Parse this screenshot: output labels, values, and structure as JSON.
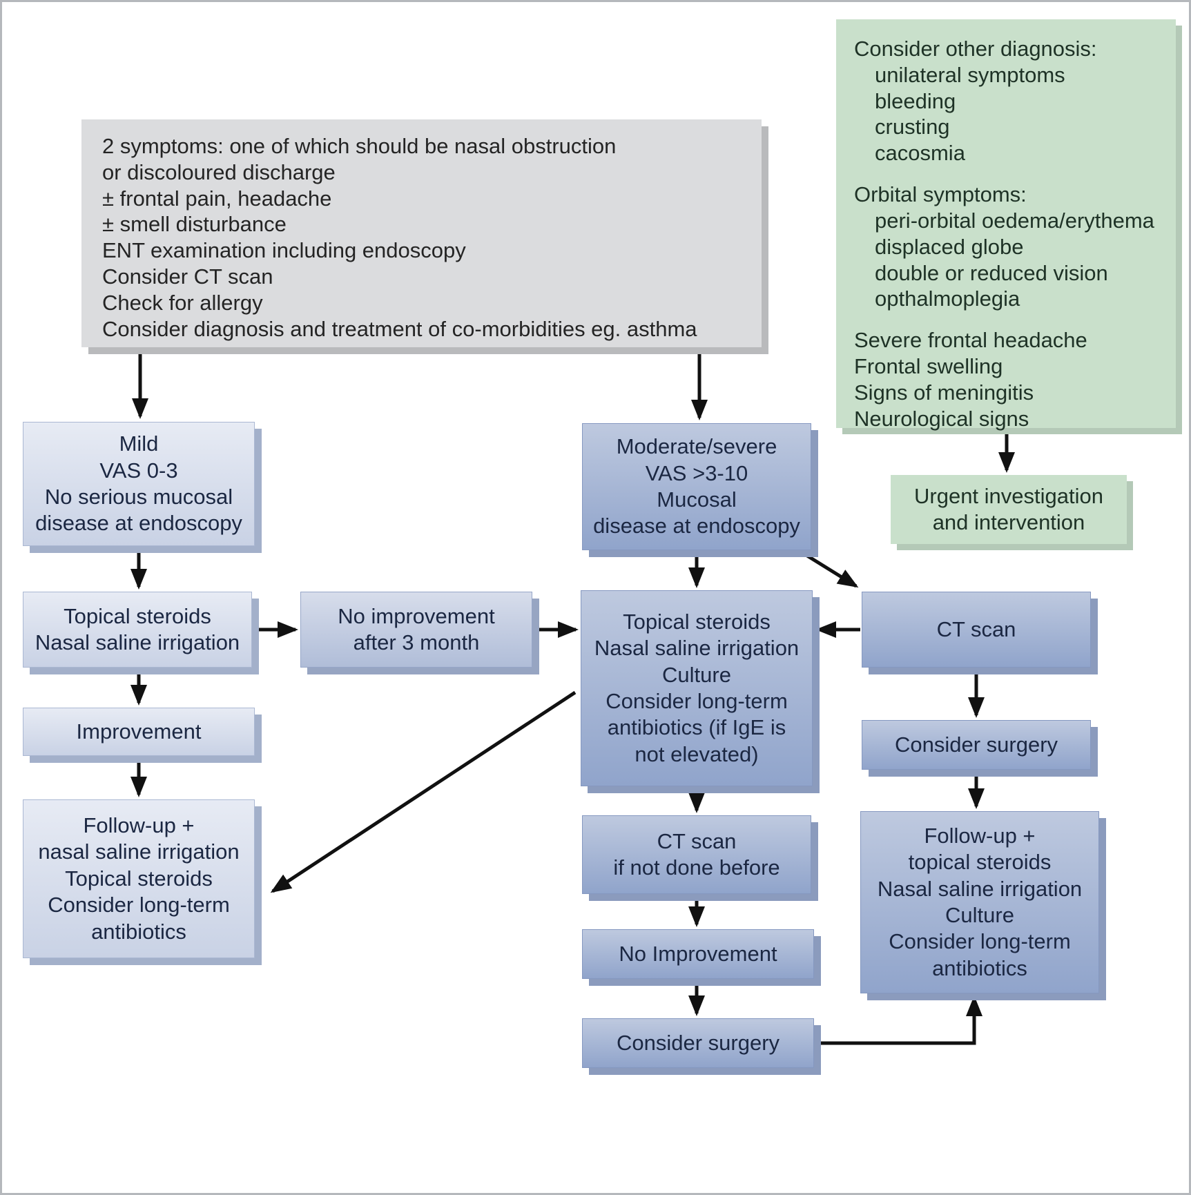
{
  "colors": {
    "gray_box": "#dbdcde",
    "green_box": "#c9e0cb",
    "blue_light": "#d5dcec",
    "blue_dark": "#9cafd2",
    "arrow": "#111111"
  },
  "boxes": {
    "symptoms": {
      "lines": [
        "2 symptoms: one of which should be nasal obstruction",
        "or discoloured discharge",
        "± frontal pain, headache",
        "± smell disturbance",
        "ENT examination including endoscopy",
        "Consider CT scan",
        "Check for allergy",
        "Consider diagnosis and treatment of co-morbidities eg. asthma"
      ]
    },
    "other_diagnosis": {
      "header1": "Consider other diagnosis:",
      "items1": [
        "unilateral symptoms",
        "bleeding",
        "crusting",
        "cacosmia"
      ],
      "header2": "Orbital symptoms:",
      "items2": [
        "peri-orbital oedema/erythema",
        "displaced globe",
        "double or reduced vision",
        "opthalmoplegia"
      ],
      "items3": [
        "Severe frontal headache",
        "Frontal swelling",
        "Signs of meningitis",
        "Neurological signs"
      ]
    },
    "urgent": {
      "lines": [
        "Urgent investigation",
        "and intervention"
      ]
    },
    "mild": {
      "lines": [
        "Mild",
        "VAS 0-3",
        "No serious mucosal",
        "disease at endoscopy"
      ]
    },
    "moderate": {
      "lines": [
        "Moderate/severe",
        "VAS >3-10",
        "Mucosal",
        "disease at endoscopy"
      ]
    },
    "topical_mild": {
      "lines": [
        "Topical steroids",
        "Nasal saline irrigation"
      ]
    },
    "no_improvement_3m": {
      "lines": [
        "No improvement",
        "after 3 month"
      ]
    },
    "central_treatment": {
      "lines": [
        "Topical steroids",
        "Nasal saline irrigation",
        "Culture",
        "Consider long-term",
        "antibiotics (if IgE is",
        "not elevated)"
      ]
    },
    "ct_scan": {
      "lines": [
        "CT scan"
      ]
    },
    "improvement": {
      "lines": [
        "Improvement"
      ]
    },
    "followup_left": {
      "lines": [
        "Follow-up +",
        "nasal saline irrigation",
        "Topical steroids",
        "Consider long-term",
        "antibiotics"
      ]
    },
    "consider_surgery_right": {
      "lines": [
        "Consider surgery"
      ]
    },
    "followup_right": {
      "lines": [
        "Follow-up +",
        "topical steroids",
        "Nasal saline irrigation",
        "Culture",
        "Consider long-term",
        "antibiotics"
      ]
    },
    "ct_if_not_done": {
      "lines": [
        "CT scan",
        "if not done before"
      ]
    },
    "no_improvement_2": {
      "lines": [
        "No Improvement"
      ]
    },
    "consider_surgery_bottom": {
      "lines": [
        "Consider surgery"
      ]
    }
  }
}
